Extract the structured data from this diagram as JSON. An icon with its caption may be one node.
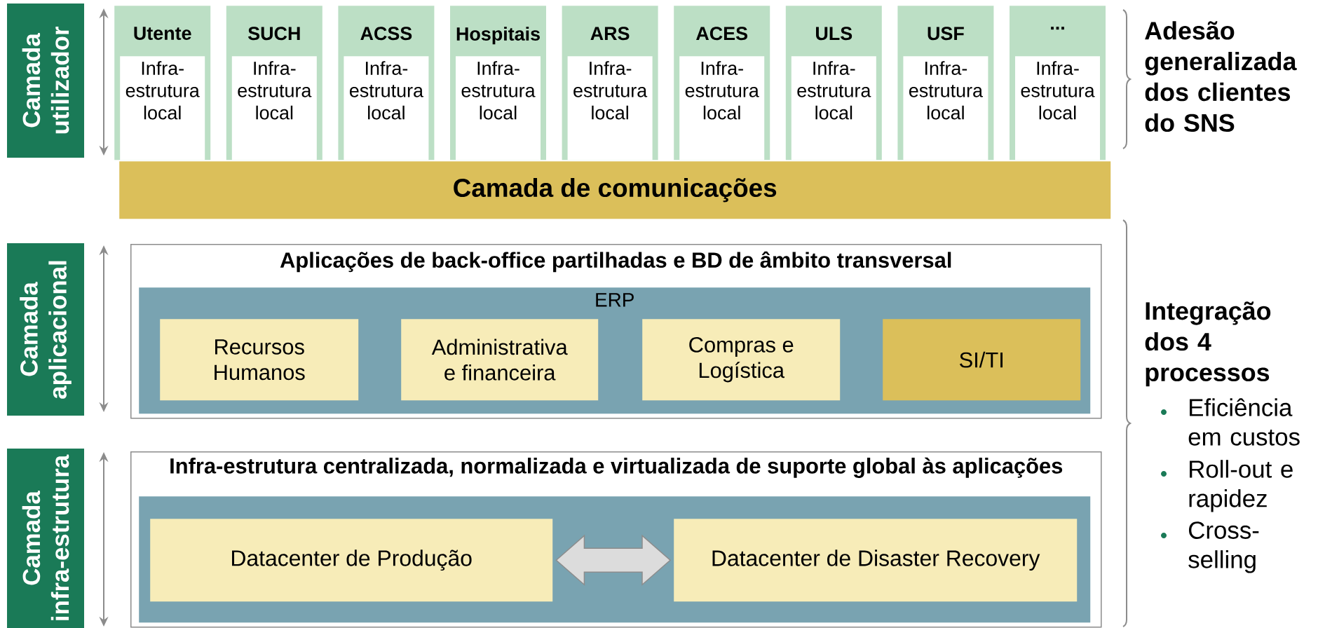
{
  "diagram": {
    "nodes": [
      {
        "text": [
          "Camada utilizador"
        ]
      },
      {
        "text": [
          "Utente"
        ]
      },
      {
        "text": [
          "Infra-estrutura local"
        ],
        "in": 1
      },
      {
        "text": [
          "SUCH"
        ]
      },
      {
        "text": [
          "Infra-estrutura local"
        ],
        "in": 3
      },
      {
        "text": [
          "ACSS"
        ]
      },
      {
        "text": [
          "Infra-estrutura local"
        ],
        "in": 5
      },
      {
        "text": [
          "Hospitais"
        ]
      },
      {
        "text": [
          "Infra-estrutura local"
        ],
        "in": 7
      },
      {
        "text": [
          "ARS"
        ]
      },
      {
        "text": [
          "Infra-estrutura local"
        ],
        "in": 9
      },
      {
        "text": [
          "ACES"
        ]
      },
      {
        "text": [
          "Infra-estrutura local"
        ],
        "in": 11
      },
      {
        "text": [
          "ULS"
        ]
      },
      {
        "text": [
          "Infra-estrutura local"
        ],
        "in": 13
      },
      {
        "text": [
          "USF"
        ]
      },
      {
        "text": [
          "Infra-estrutura local"
        ],
        "in": 15
      },
      {
        "text": [
          "..."
        ]
      },
      {
        "text": [
          "Infra-estrutura local"
        ],
        "in": 17
      },
      {
        "text": [
          "Camada de comunicações"
        ]
      },
      {
        "text": [
          "Camada aplicacional"
        ]
      },
      {
        "text": [
          "Aplicações de back-office partilhadas e BD de âmbito transversal"
        ]
      },
      {
        "text": [
          "ERP"
        ],
        "in": 21
      },
      {
        "text": [
          "Recursos Humanos"
        ],
        "in": 22
      },
      {
        "text": [
          "Administrativa e financeira"
        ],
        "in": 22
      },
      {
        "text": [
          "Compras e Logística"
        ],
        "in": 22
      },
      {
        "text": [
          "SI/TI"
        ],
        "in": 22
      },
      {
        "text": [
          "Camada infra-estrutura"
        ]
      },
      {
        "text": [
          "Infra-estrutura centralizada, normalizada e virtualizada de suporte global às aplicações"
        ]
      },
      {
        "text": [],
        "shape": "box",
        "in": 28
      },
      {
        "text": [
          "Datacenter de Produção"
        ],
        "in": 29
      },
      {
        "text": [
          "Datacenter de Disaster Recovery"
        ],
        "in": 29
      }
    ],
    "edges": [
      {
        "from": 30,
        "to": 31,
        "arrow": "both"
      }
    ],
    "labels": [
      "Adesão generalizada dos clientes do SNS",
      "Integração dos 4 processos",
      "Eficiência em custos",
      "Roll-out e rapidez",
      "Cross-selling"
    ]
  }
}
